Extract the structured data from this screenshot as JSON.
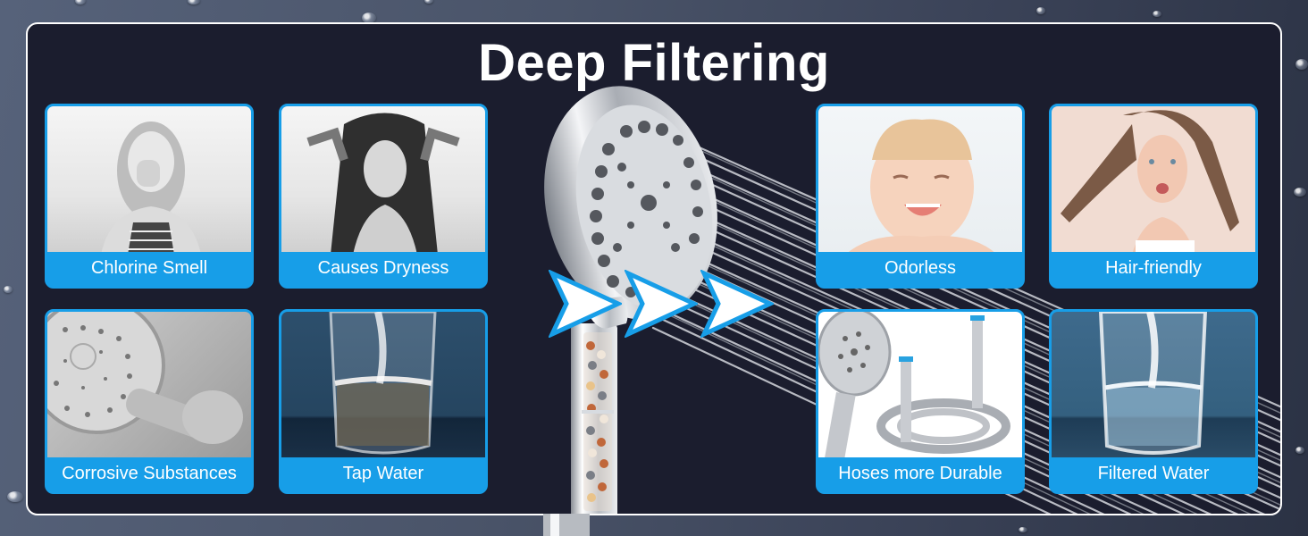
{
  "title": "Deep Filtering",
  "colors": {
    "backdrop": "#4f5a70",
    "panel": "#1b1d2e",
    "panel_border": "#ffffff",
    "accent_blue": "#179ee8",
    "label_text": "#ffffff"
  },
  "before_cards": [
    {
      "label": "Chlorine Smell",
      "image": "woman-holding-nose-photo"
    },
    {
      "label": "Causes Dryness",
      "image": "woman-pulling-dry-hair-photo"
    },
    {
      "label": "Corrosive Substances",
      "image": "corroded-showerhead-photo"
    },
    {
      "label": "Tap Water",
      "image": "murky-water-glass-photo"
    }
  ],
  "after_cards": [
    {
      "label": "Odorless",
      "image": "laughing-baby-photo"
    },
    {
      "label": "Hair-friendly",
      "image": "woman-smooth-hair-photo"
    },
    {
      "label": "Hoses more Durable",
      "image": "showerhead-and-hose-photo"
    },
    {
      "label": "Filtered Water",
      "image": "clear-water-glass-photo"
    }
  ],
  "center": {
    "product": "handheld-filter-showerhead",
    "arrows": [
      "arrow-right-icon",
      "arrow-right-icon",
      "arrow-right-icon"
    ]
  }
}
